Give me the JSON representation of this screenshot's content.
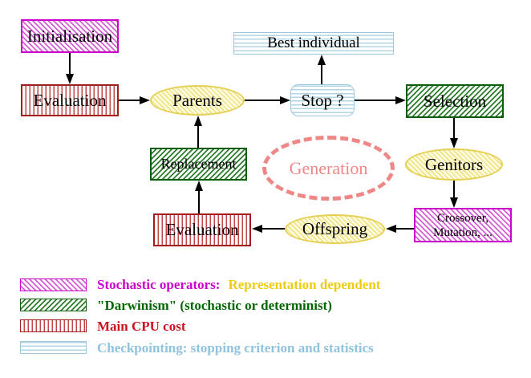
{
  "diagram": {
    "title_hint": "Evolutionary algorithm generation loop",
    "nodes": {
      "initialisation": {
        "label": "Initialisation"
      },
      "evaluation_top": {
        "label": "Evaluation"
      },
      "parents": {
        "label": "Parents"
      },
      "best_individual": {
        "label": "Best individual"
      },
      "stop": {
        "label": "Stop ?"
      },
      "selection": {
        "label": "Selection"
      },
      "genitors": {
        "label": "Genitors"
      },
      "crossover_mutation": {
        "line1": "Crossover,",
        "line2": "Mutation, ..."
      },
      "offspring": {
        "label": "Offspring"
      },
      "evaluation_bottom": {
        "label": "Evaluation"
      },
      "replacement": {
        "label": "Replacement"
      },
      "generation": {
        "label": "Generation"
      }
    },
    "colors": {
      "stochastic_magenta": "#cc00cc",
      "darwinism_green": "#0b5c0b",
      "cpu_red": "#a51c1c",
      "checkpoint_blue": "#9cc8de",
      "population_yellow": "#e5cf55",
      "generation_salmon": "#ef8787",
      "arrow_black": "#000000",
      "legend_gold": "#eecc11"
    },
    "legend": {
      "rows": [
        {
          "swatch": "magenta-hatch",
          "part1": "Stochastic operators:",
          "part2": "Representation dependent"
        },
        {
          "swatch": "green-hatch",
          "part1": "\"Darwinism\" (stochastic or determinist)",
          "part2": ""
        },
        {
          "swatch": "red-stripes",
          "part1": "Main CPU cost",
          "part2": ""
        },
        {
          "swatch": "cyan-stripes",
          "part1": "Checkpointing: stopping criterion and statistics",
          "part2": ""
        }
      ]
    }
  }
}
